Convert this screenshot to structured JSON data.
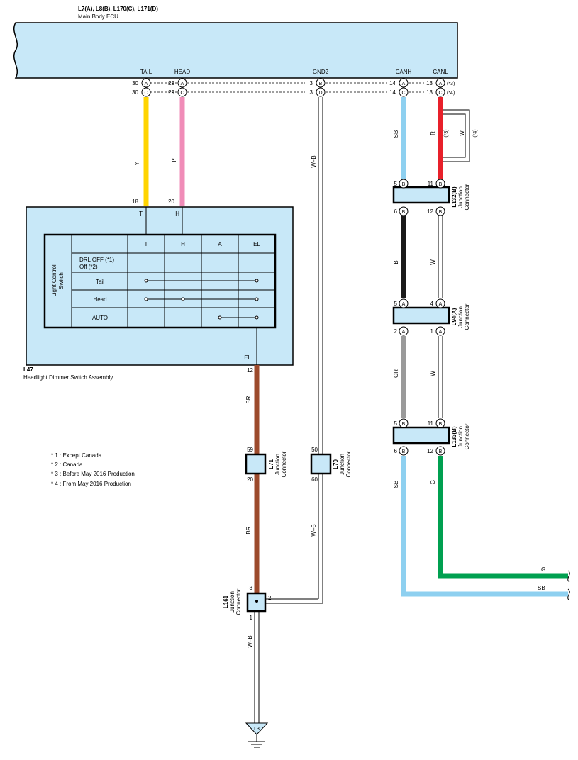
{
  "ecu": {
    "connectors": "L7(A), L8(B), L170(C), L171(D)",
    "name": "Main Body ECU",
    "terminals": [
      "TAIL",
      "HEAD",
      "GND2",
      "CANH",
      "CANL"
    ],
    "row1": {
      "tail_pin": "30",
      "tail_conn": "A",
      "head_pin": "29",
      "head_conn": "A",
      "gnd_pin": "3",
      "gnd_conn": "B",
      "canh_pin": "14",
      "canh_conn": "A",
      "canl_pin": "13",
      "canl_conn": "A",
      "note": "(*3)"
    },
    "row2": {
      "tail_pin": "30",
      "tail_conn": "C",
      "head_pin": "29",
      "head_conn": "C",
      "gnd_pin": "3",
      "gnd_conn": "D",
      "canh_pin": "14",
      "canh_conn": "C",
      "canl_pin": "13",
      "canl_conn": "C",
      "note": "(*4)"
    }
  },
  "switch_assembly": {
    "id": "L47",
    "name": "Headlight Dimmer Switch Assembly",
    "pin_tail": "18",
    "pin_head": "20",
    "term_t": "T",
    "term_h": "H",
    "el_label": "EL",
    "el_pin": "12",
    "table": {
      "row_label_1": "Light Control",
      "row_label_2": "Switch",
      "columns": [
        "T",
        "H",
        "A",
        "EL"
      ],
      "rows": [
        "Tail",
        "Head",
        "AUTO"
      ],
      "drl_1": "DRL OFF (*1)",
      "drl_2": "Off (*2)"
    }
  },
  "wire_colors": {
    "yellow": "#ffd400",
    "pink": "#f08cb8",
    "brown": "#9c4a2c",
    "sky_blue": "#8ed0f0",
    "red": "#e8202a",
    "black": "#1a1a1a",
    "gray": "#9a9a9a",
    "green": "#00a050"
  },
  "wires": {
    "tail": "Y",
    "head": "P",
    "gnd": "W–B",
    "canh_sb": "SB",
    "canl_r": "R",
    "canl_r_note": "(*3)",
    "canl_w": "W",
    "canl_w_note": "(*4)",
    "l132_b": "B",
    "l132_w": "W",
    "l94_gr": "GR",
    "l94_w": "W",
    "l133_sb": "SB",
    "l133_g": "G",
    "el_br_1": "BR",
    "el_br_2": "BR",
    "gnd_w_b_2": "W–B",
    "gnd_w_b_3": "W–B",
    "out_g": "G",
    "out_sb": "SB"
  },
  "junctions": {
    "l132": {
      "id": "L132(B)",
      "label_1": "Junction",
      "label_2": "Connector",
      "p1": "5",
      "p2": "11",
      "p3": "6",
      "p4": "12",
      "conn": "B"
    },
    "l94": {
      "id": "L94(A)",
      "label_1": "Junction",
      "label_2": "Connector",
      "p1": "5",
      "p2": "4",
      "p3": "2",
      "p4": "1",
      "conn": "A"
    },
    "l133": {
      "id": "L133(B)",
      "label_1": "Junction",
      "label_2": "Connector",
      "p1": "5",
      "p2": "11",
      "p3": "6",
      "p4": "12",
      "conn": "B"
    },
    "l71": {
      "id": "L71",
      "label_1": "Junction",
      "label_2": "Connector",
      "p_top": "59",
      "p_bot": "20"
    },
    "l70": {
      "id": "L70",
      "label_1": "Junction",
      "label_2": "Connector",
      "p_top": "50",
      "p_bot": "60"
    },
    "l161": {
      "id": "L161",
      "label_1": "Junction",
      "label_2": "Connector",
      "p_top": "3",
      "p_right": "2",
      "p_bot": "1"
    }
  },
  "ground": {
    "id": "L3"
  },
  "notes": [
    "* 1 : Except Canada",
    "* 2 : Canada",
    "* 3 : Before May 2016 Production",
    "* 4 : From May 2016 Production"
  ]
}
